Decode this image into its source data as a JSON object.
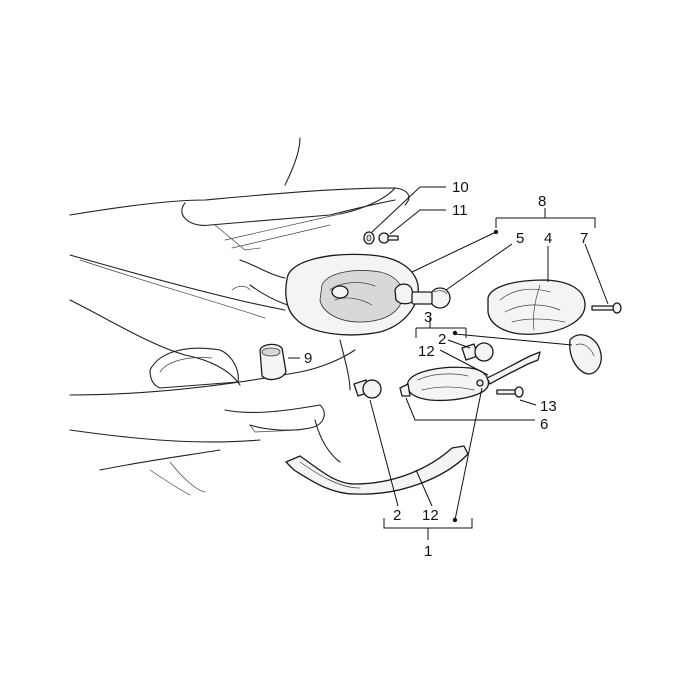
{
  "labels": {
    "p1": "1",
    "p2a": "2",
    "p2b": "2",
    "p3": "3",
    "p4": "4",
    "p5": "5",
    "p6": "6",
    "p7": "7",
    "p8": "8",
    "p9": "9",
    "p10": "10",
    "p11": "11",
    "p12a": "12",
    "p12b": "12",
    "p13": "13"
  },
  "colors": {
    "line": "#111111",
    "background": "#ffffff"
  }
}
